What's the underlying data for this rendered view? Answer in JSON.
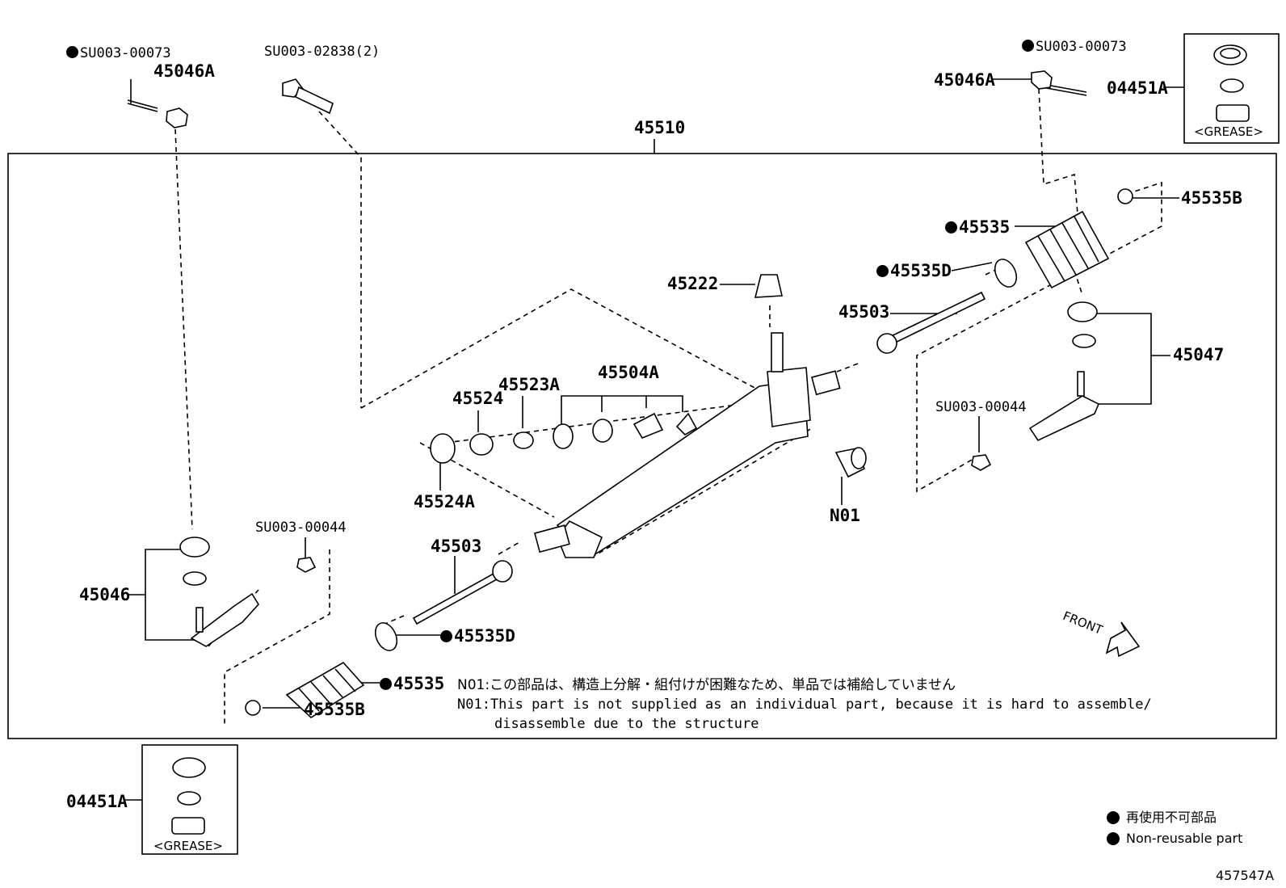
{
  "labels": {
    "su003_00073_left": "SU003-00073",
    "p45046a_left": "45046A",
    "su003_02838": "SU003-02838(2)",
    "p45510": "45510",
    "su003_00073_right": "SU003-00073",
    "p45046a_right": "45046A",
    "p04451a_right": "04451A",
    "p45535b_right": "45535B",
    "p45535_right": "45535",
    "p45535d_right": "45535D",
    "p45222": "45222",
    "p45503_right": "45503",
    "p45047": "45047",
    "su003_00044_right": "SU003-00044",
    "p45504a": "45504A",
    "p45523a": "45523A",
    "p45524": "45524",
    "p45524a": "45524A",
    "n01": "N01",
    "su003_00044_left": "SU003-00044",
    "p45503_left": "45503",
    "p45046": "45046",
    "p45535d_left": "45535D",
    "p45535_left": "45535",
    "p45535b_left": "45535B",
    "p04451a_left": "04451A"
  },
  "grease_label": "<GREASE>",
  "front_label": "FRONT",
  "notes": {
    "jp": "N01:この部品は、構造上分解・組付けが困難なため、単品では補給していません",
    "en_line1": "N01:This part is not supplied as an individual part, because it is hard to assemble/",
    "en_line2": "disassemble due to the structure"
  },
  "legend": {
    "jp": "再使用不可部品",
    "en": "Non-reusable part"
  },
  "ref_number": "457547A"
}
